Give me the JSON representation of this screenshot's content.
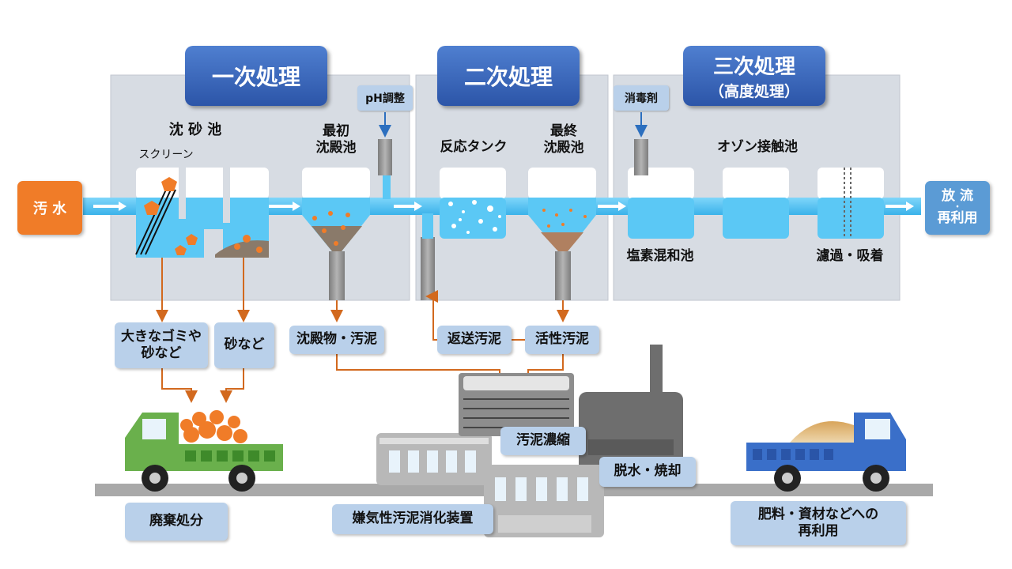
{
  "stages": {
    "primary": "一次処理",
    "secondary": "二次処理",
    "tertiary_line1": "三次処理",
    "tertiary_line2": "（高度処理）"
  },
  "inflow": "汚 水",
  "outflow": {
    "line1": "放 流",
    "dot": "・",
    "line2": "再利用"
  },
  "chemicals": {
    "ph": "pH調整",
    "disinfectant": "消毒剤"
  },
  "tanks": {
    "grit": "沈 砂 池",
    "screen": "スクリーン",
    "primary_settling_1": "最初",
    "primary_settling_2": "沈殿池",
    "reaction": "反応タンク",
    "final_settling_1": "最終",
    "final_settling_2": "沈殿池",
    "ozone": "オゾン接触池",
    "chlorine": "塩素混和池",
    "filtration": "濾過・吸着"
  },
  "byproducts": {
    "large_debris_1": "大きなゴミや",
    "large_debris_2": "砂など",
    "sand": "砂など",
    "sludge": "沈殿物・汚泥",
    "return_sludge": "返送汚泥",
    "activated_sludge": "活性汚泥"
  },
  "facilities": {
    "thickening": "汚泥濃縮",
    "dewatering": "脱水・焼却",
    "anaerobic": "嫌気性汚泥消化装置",
    "landfill": "廃棄処分",
    "reuse_1": "肥料・資材などへの",
    "reuse_2": "再利用"
  },
  "colors": {
    "water": "#5bc8f5",
    "panel": "#d7dce3",
    "stage_title": "#2c55a8",
    "label_box": "#b9d0ea",
    "arrow": "#d2691e",
    "particle": "#f07c28",
    "truck_green": "#6ab04c",
    "truck_blue": "#3a6fc9",
    "inflow_box": "#f07c28",
    "outflow_box": "#5b9bd5"
  }
}
